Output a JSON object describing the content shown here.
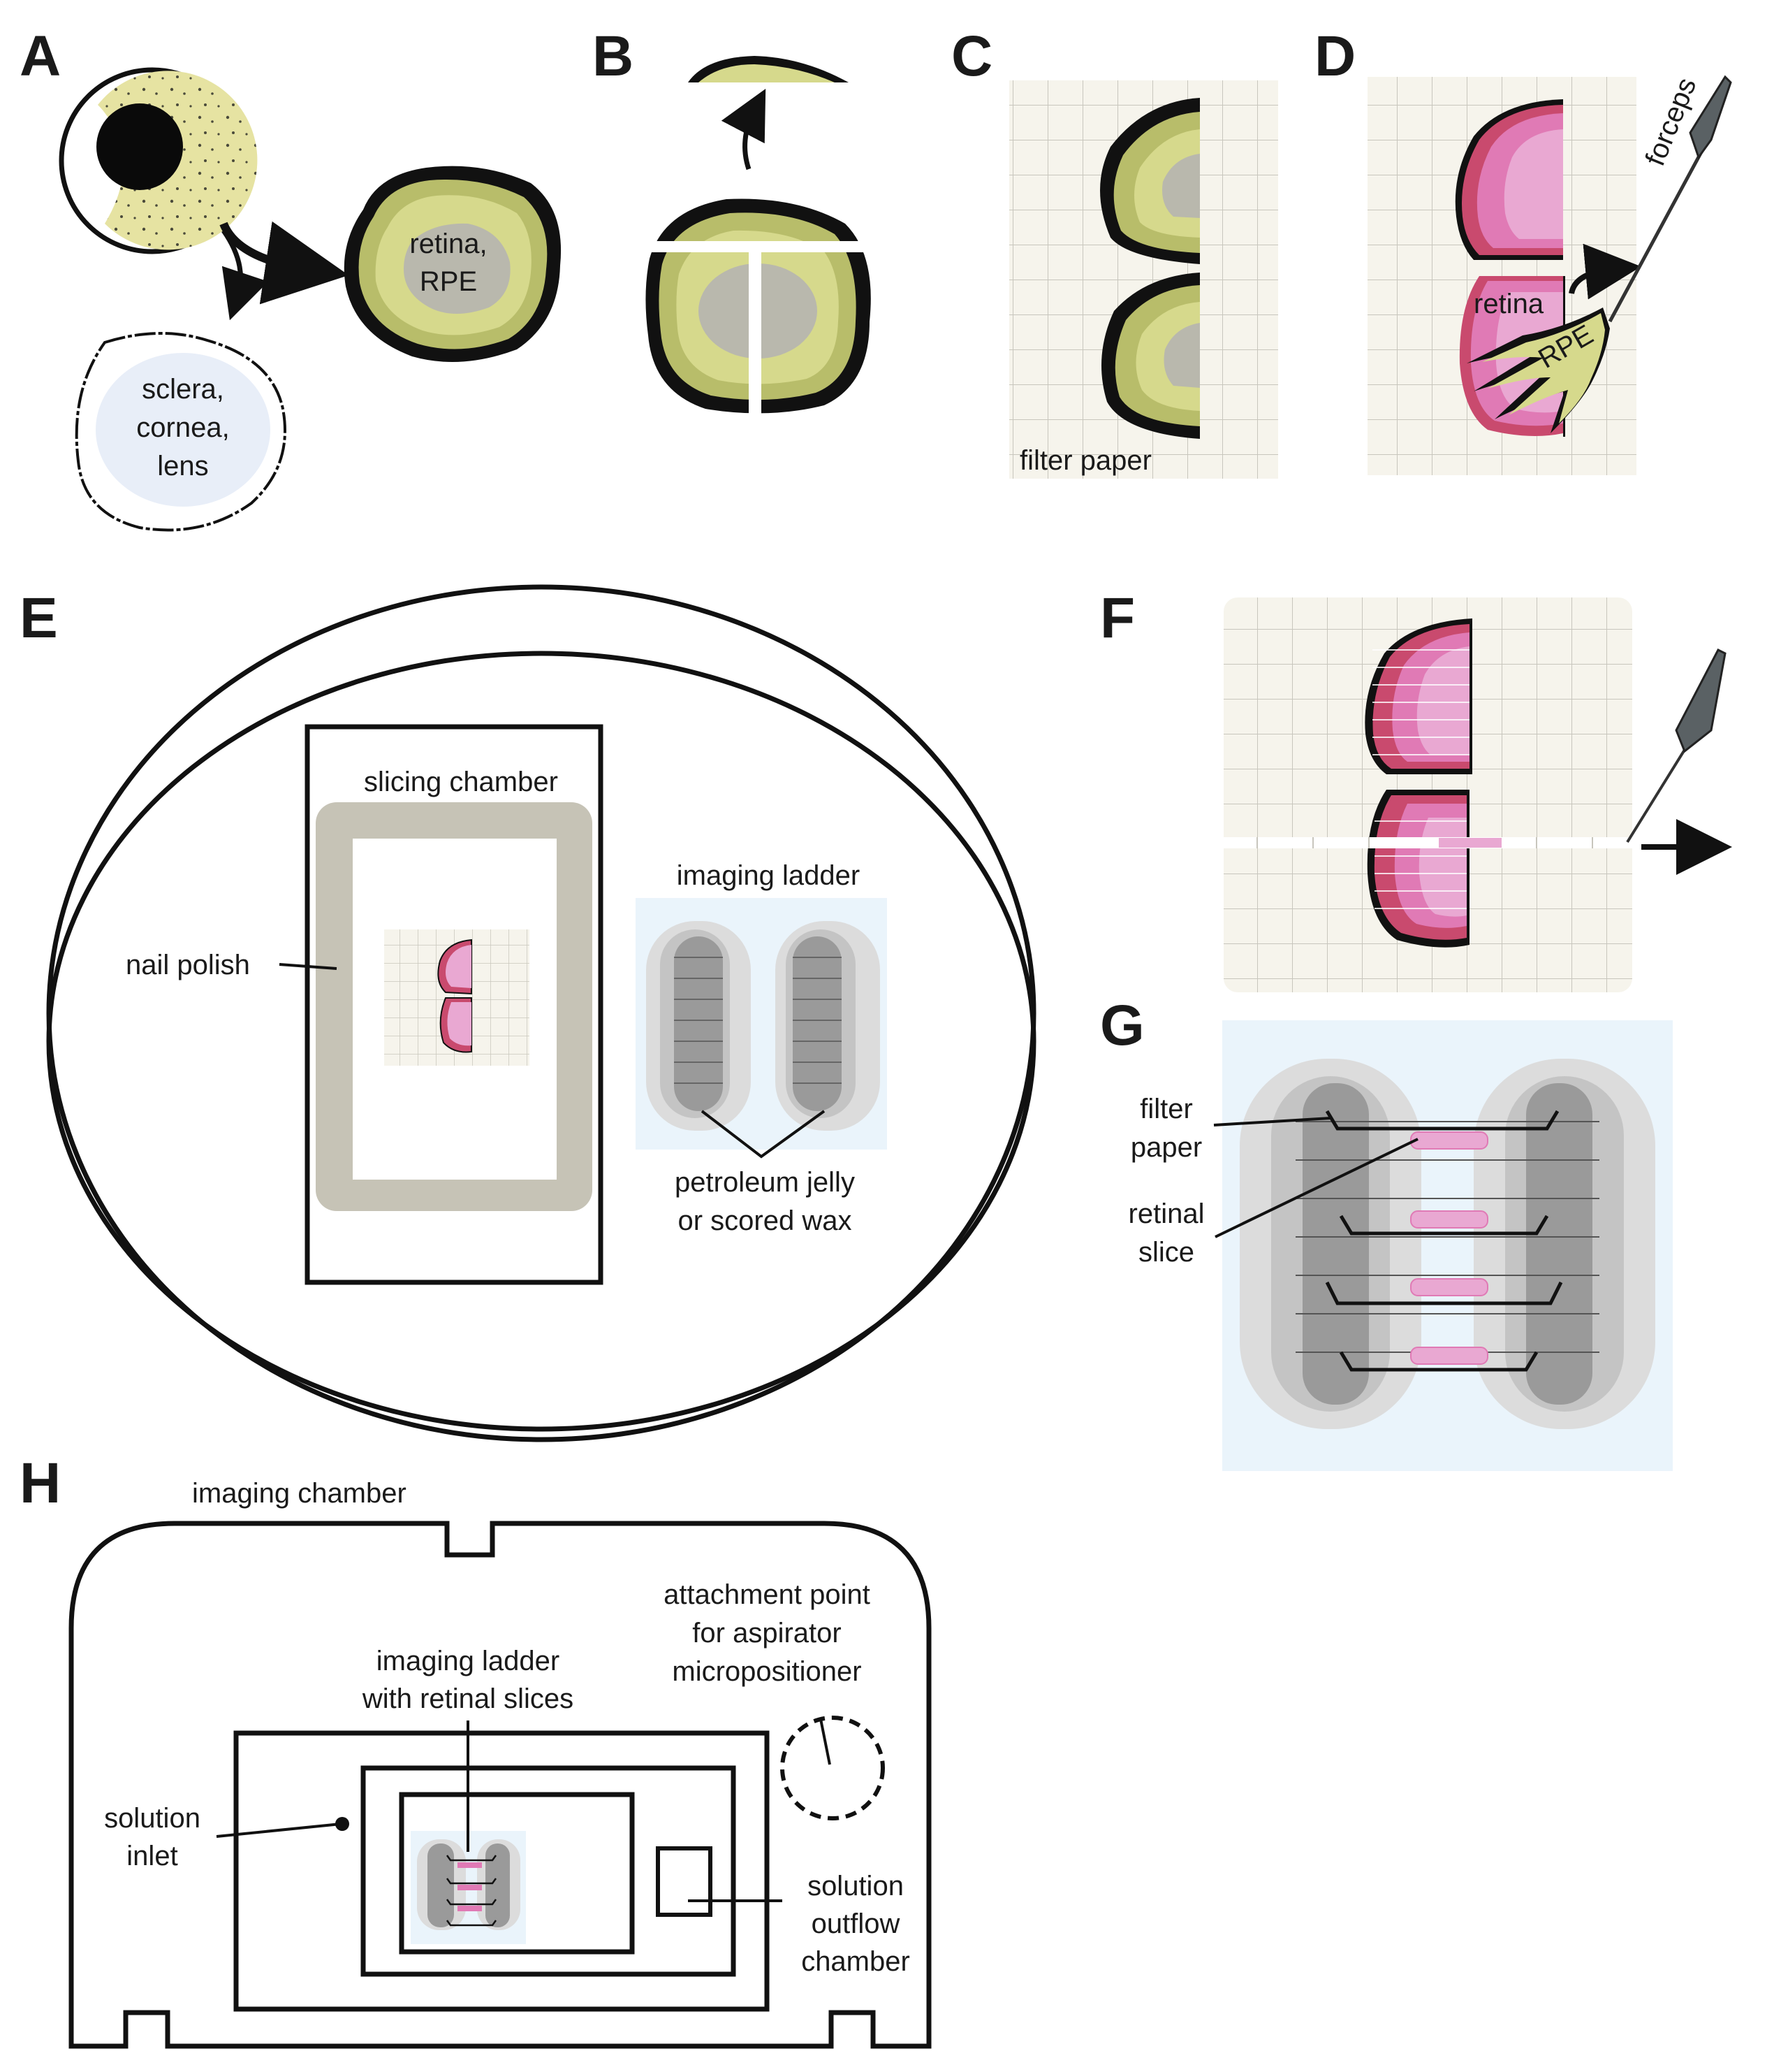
{
  "panels": {
    "A": {
      "letter": "A",
      "eyecup_label_line1": "retina,",
      "eyecup_label_line2": "RPE",
      "discard_label_line1": "sclera,",
      "discard_label_line2": "cornea,",
      "discard_label_line3": "lens"
    },
    "B": {
      "letter": "B"
    },
    "C": {
      "letter": "C",
      "paper_label": "filter paper"
    },
    "D": {
      "letter": "D",
      "retina_label": "retina",
      "rpe_label": "RPE",
      "forceps_label": "forceps"
    },
    "E": {
      "letter": "E",
      "slicing_chamber_label": "slicing chamber",
      "nail_polish_label": "nail polish",
      "imaging_ladder_label": "imaging ladder",
      "jelly_label_line1": "petroleum jelly",
      "jelly_label_line2": "or scored wax"
    },
    "F": {
      "letter": "F"
    },
    "G": {
      "letter": "G",
      "filter_paper_line1": "filter",
      "filter_paper_line2": "paper",
      "retinal_slice_line1": "retinal",
      "retinal_slice_line2": "slice"
    },
    "H": {
      "letter": "H",
      "imaging_chamber_label": "imaging chamber",
      "attachment_line1": "attachment point",
      "attachment_line2": "for aspirator",
      "attachment_line3": "micropositioner",
      "ladder_line1": "imaging ladder",
      "ladder_line2": "with retinal slices",
      "inlet_line1": "solution",
      "inlet_line2": "inlet",
      "outflow_line1": "solution",
      "outflow_line2": "outflow",
      "outflow_line3": "chamber"
    }
  },
  "colors": {
    "outline": "#111111",
    "yellow_tissue": "#d6d98c",
    "yellow_dark": "#b8bd6a",
    "grey_center": "#b9b8ad",
    "retina_pink_light": "#e9a8d2",
    "retina_pink": "#e07ab5",
    "retina_red": "#c94a6e",
    "paper": "#f6f4ec",
    "grid": "#c8c6bd",
    "chamber_wall": "#c6c3b6",
    "ladder_bg": "#eaf4fb",
    "jelly_light": "#dcdcdc",
    "jelly_dark": "#9a9a9a",
    "sclera_fill": "#e8eef8"
  },
  "icons": [
    "forceps-icon",
    "arrow-icon",
    "eye-icon"
  ]
}
